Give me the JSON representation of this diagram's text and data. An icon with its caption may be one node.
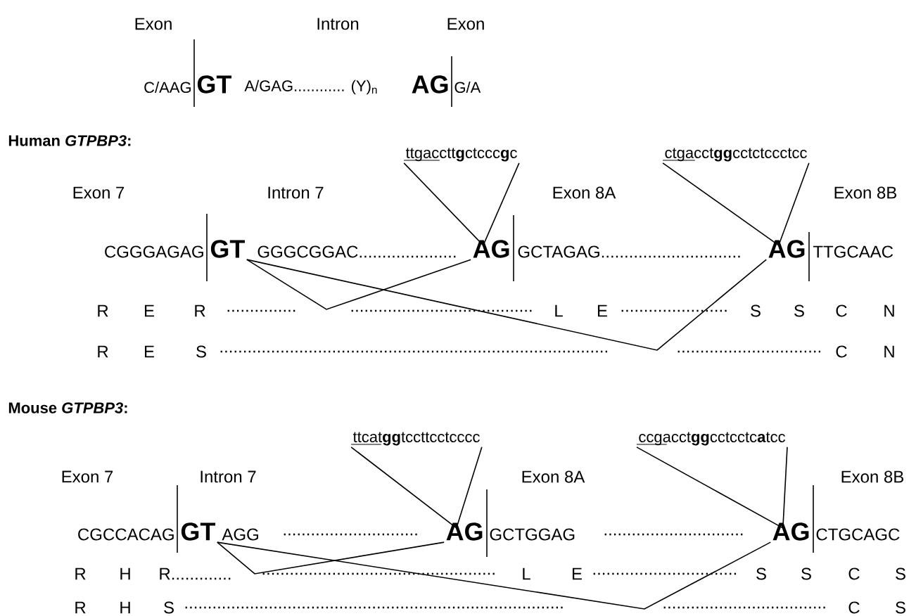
{
  "diagram": {
    "nodes": [
      {
        "text": [
          "ttgacctt**g**ctccc**g**c"
        ]
      },
      {
        "text": [
          "ctgacct**gg**cctctccctcc"
        ]
      },
      {
        "text": [
          "GT"
        ]
      },
      {
        "text": [
          "AG"
        ]
      },
      {
        "text": [
          "AG"
        ]
      },
      {
        "text": [
          "ttcat**gg**tccttcctcccc"
        ]
      },
      {
        "text": [
          "ccgacct**gg**cctcctc**a**tcc"
        ]
      },
      {
        "text": [
          "GT"
        ]
      },
      {
        "text": [
          "AG"
        ]
      },
      {
        "text": [
          "AG"
        ]
      }
    ],
    "edges": [
      {
        "from": 0,
        "to": 3,
        "arrow": "none"
      },
      {
        "from": 1,
        "to": 4,
        "arrow": "none"
      },
      {
        "from": 2,
        "to": 3,
        "arrow": "none"
      },
      {
        "from": 2,
        "to": 4,
        "arrow": "none"
      },
      {
        "from": 5,
        "to": 8,
        "arrow": "none"
      },
      {
        "from": 6,
        "to": 9,
        "arrow": "none"
      },
      {
        "from": 7,
        "to": 8,
        "arrow": "none"
      },
      {
        "from": 7,
        "to": 9,
        "arrow": "none"
      }
    ],
    "labels": [
      "Exon",
      "Intron",
      "Exon",
      "C/AAG",
      "GT",
      "A/GAG............ (Y)$_{n}$",
      "AG",
      "G/A",
      "Human *GTPBP3*:",
      "Exon 7",
      "Intron 7",
      "Exon 8A",
      "Exon 8B",
      "CGGGAGAG",
      "GGGCGGAC.....................",
      "GCTAGAG..............................",
      "TTGCAAC",
      "R",
      "E",
      "R",
      "...............",
      ".......................................",
      "L",
      "E",
      ".......................",
      "S",
      "S",
      "C",
      "N",
      "R",
      "E",
      "S",
      "...................................................................................",
      "...............................",
      "C",
      "N",
      "Mouse *GTPBP3*:",
      "Exon 7",
      "Intron 7",
      "Exon 8A",
      "Exon 8B",
      "CGCCACAG",
      "AGG",
      ".............................",
      "GCTGGAG",
      "..............................",
      "CTGCAGC",
      "R",
      "H",
      "R.............",
      "..................................................",
      "L",
      "E",
      "...............................",
      "S",
      "S",
      "C",
      "S",
      "R",
      "H",
      "S",
      ".................................................................................",
      "...................................",
      "C",
      "S"
    ]
  }
}
